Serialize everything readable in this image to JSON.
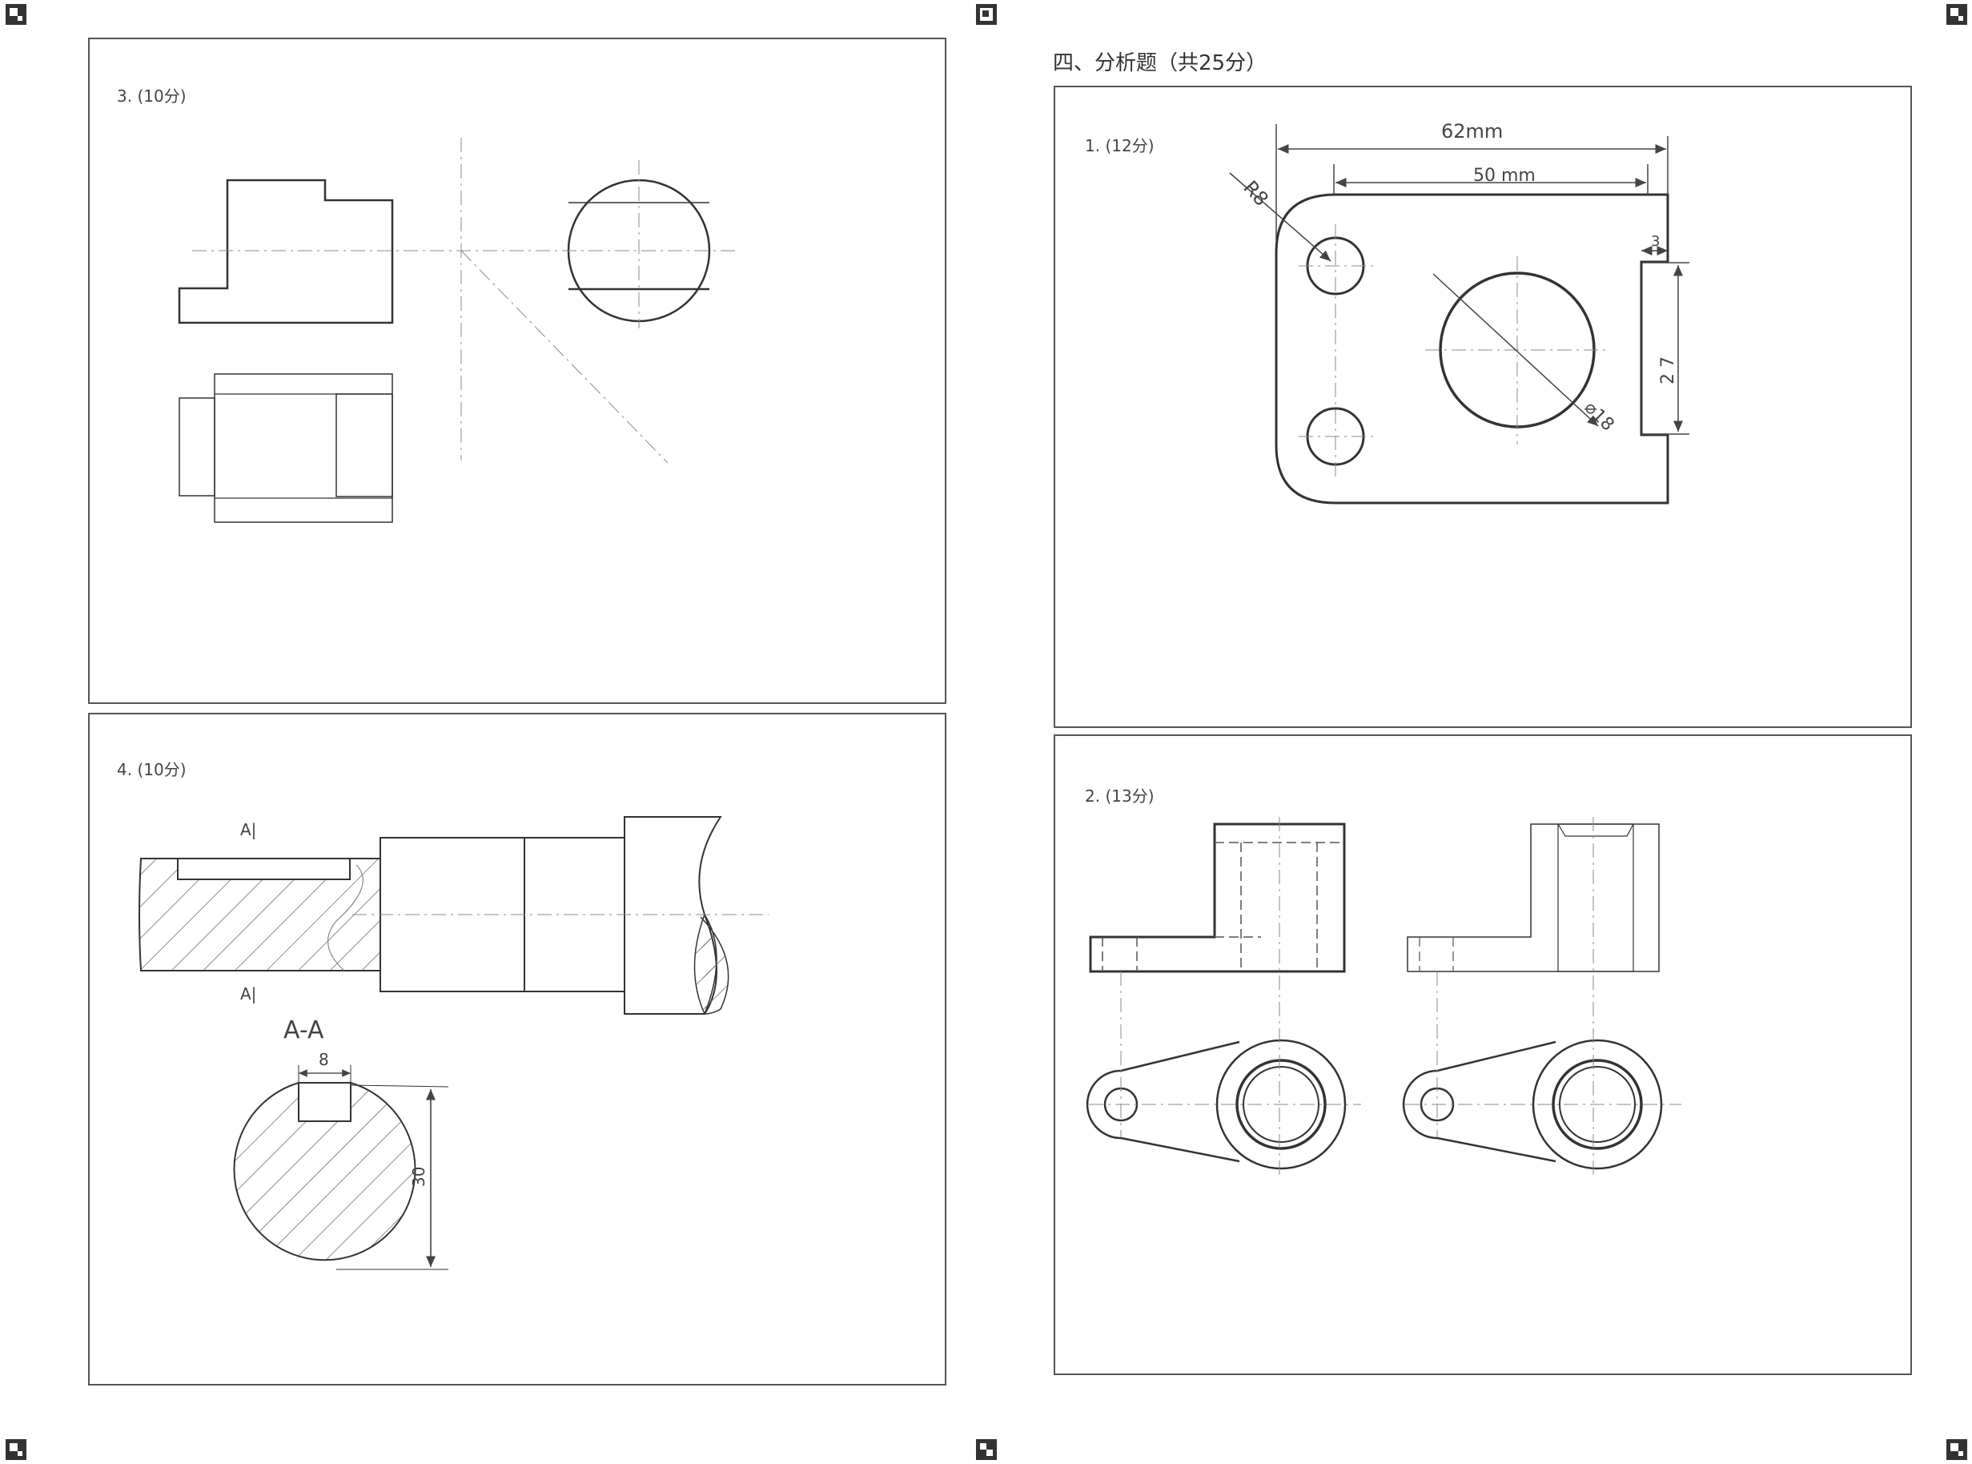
{
  "section": {
    "title": "四、分析题（共25分）"
  },
  "questions": {
    "q3": {
      "label": "3. (10分)"
    },
    "q4": {
      "label": "4. (10分)",
      "section_mark_top": "A|",
      "section_mark_bottom": "A|",
      "section_view_label": "A-A",
      "key_width": "8",
      "depth": "30"
    },
    "q1": {
      "label": "1. (12分)",
      "dim_overall": "62mm",
      "dim_holes": "50 mm",
      "radius": "R8",
      "diameter": "⌀18",
      "offset": "3",
      "slot_height": "2 7"
    },
    "q2": {
      "label": "2. (13分)"
    }
  }
}
